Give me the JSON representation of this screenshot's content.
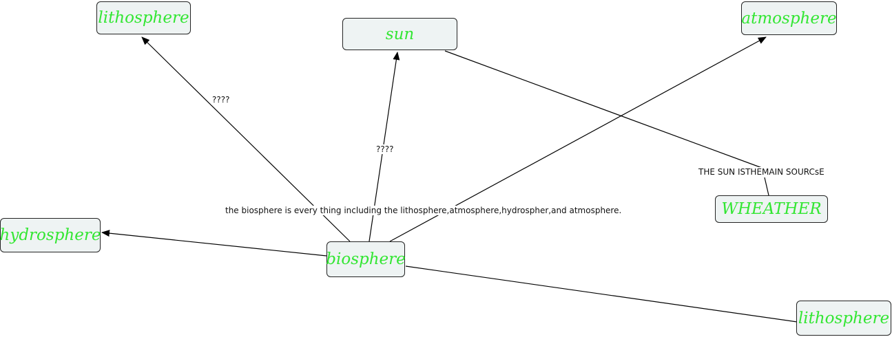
{
  "concept_map": {
    "concepts": {
      "lithosphere_top": "lithosphere",
      "sun": "sun",
      "atmosphere": "atmosphere",
      "hydrosphere": "hydrosphere",
      "biosphere": "biosphere",
      "wheather": "WHEATHER",
      "lithosphere_bottom": "lithosphere"
    },
    "link_labels": {
      "to_lithosphere": "????",
      "to_sun": "????",
      "sun_to_wheather": "THE SUN ISTHEMAIN SOURCsE",
      "biosphere_description": "the biosphere is every thing including the lithosphere,atmosphere,hydrospher,and atmosphere."
    },
    "colors": {
      "concept_text": "#33e633",
      "concept_fill": "#eef3f3",
      "border": "#222222",
      "line": "#000000"
    }
  }
}
